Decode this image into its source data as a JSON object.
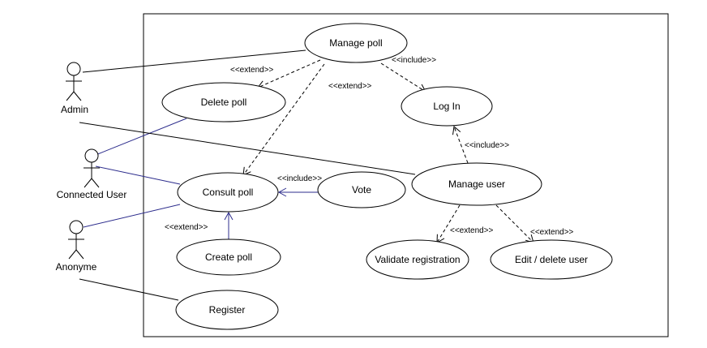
{
  "diagram": {
    "actors": {
      "admin": "Admin",
      "connected_user": "Connected User",
      "anonyme": "Anonyme"
    },
    "use_cases": {
      "manage_poll": "Manage poll",
      "delete_poll": "Delete poll",
      "log_in": "Log In",
      "consult_poll": "Consult poll",
      "vote": "Vote",
      "manage_user": "Manage user",
      "create_poll": "Create poll",
      "validate_registration": "Validate registration",
      "edit_delete_user": "Edit / delete user",
      "register": "Register"
    },
    "relations": {
      "extend_manage_delete": "<<extend>>",
      "include_manage_login": "<<include>>",
      "extend_manage_consult": "<<extend>>",
      "include_manageuser_login": "<<include>>",
      "include_vote_consult": "<<include>>",
      "extend_create_consult": "<<extend>>",
      "extend_manageuser_validate": "<<extend>>",
      "extend_manageuser_edit": "<<extend>>"
    },
    "colors": {
      "association_black": "#000000",
      "association_blue": "#2c2c8c",
      "dependency": "#000000"
    }
  }
}
